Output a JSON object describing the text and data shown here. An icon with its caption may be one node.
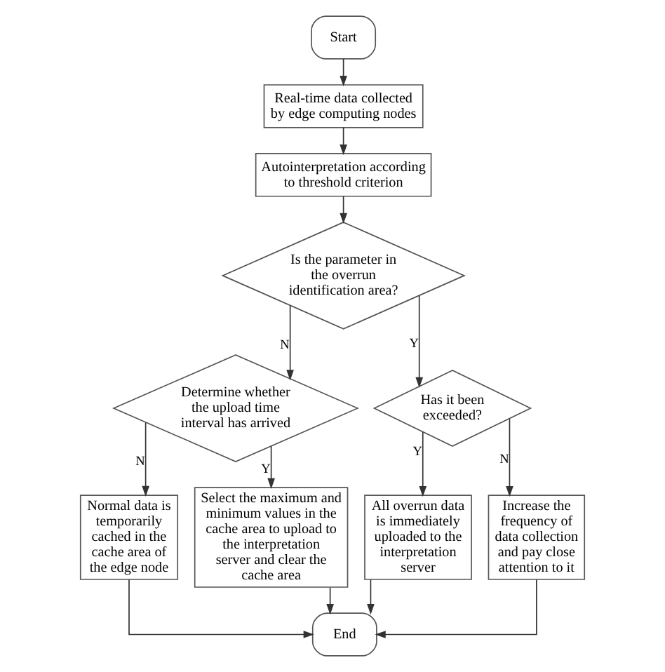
{
  "diagram": {
    "nodes": [
      {
        "text": [
          "Start"
        ]
      },
      {
        "text": [
          "Real-time data collected by edge computing nodes"
        ]
      },
      {
        "text": [
          "Autointerpretation according to threshold criterion"
        ]
      },
      {
        "text": [
          "Is the parameter in the overrun identification area?"
        ]
      },
      {
        "text": [
          "Determine whether the upload time interval has arrived"
        ]
      },
      {
        "text": [
          "Has it been exceeded?"
        ]
      },
      {
        "text": [
          "Normal data is temporarily cached in the cache area of the edge node"
        ]
      },
      {
        "text": [
          "Select the maximum and minimum values in the cache area to upload to the interpretation server and clear the cache area"
        ]
      },
      {
        "text": [
          "All overrun data is immediately uploaded to the interpretation server"
        ]
      },
      {
        "text": [
          "Increase the frequency of data collection and pay close attention to it"
        ]
      },
      {
        "text": [
          "End"
        ]
      }
    ],
    "edges": [
      {
        "from": 0,
        "to": 1,
        "arrow": "to"
      },
      {
        "from": 1,
        "to": 2,
        "arrow": "to"
      },
      {
        "from": 2,
        "to": 3,
        "arrow": "to"
      },
      {
        "from": 3,
        "to": 4,
        "arrow": "to",
        "label": "N"
      },
      {
        "from": 3,
        "to": 5,
        "arrow": "to",
        "label": "Y"
      },
      {
        "from": 4,
        "to": 6,
        "arrow": "to",
        "label": "N"
      },
      {
        "from": 4,
        "to": 7,
        "arrow": "to",
        "label": "Y"
      },
      {
        "from": 5,
        "to": 8,
        "arrow": "to",
        "label": "Y"
      },
      {
        "from": 5,
        "to": 9,
        "arrow": "to",
        "label": "N"
      },
      {
        "from": 6,
        "to": 10,
        "arrow": "to"
      },
      {
        "from": 7,
        "to": 10,
        "arrow": "to"
      },
      {
        "from": 8,
        "to": 10,
        "arrow": "to"
      },
      {
        "from": 9,
        "to": 10,
        "arrow": "to"
      }
    ]
  }
}
